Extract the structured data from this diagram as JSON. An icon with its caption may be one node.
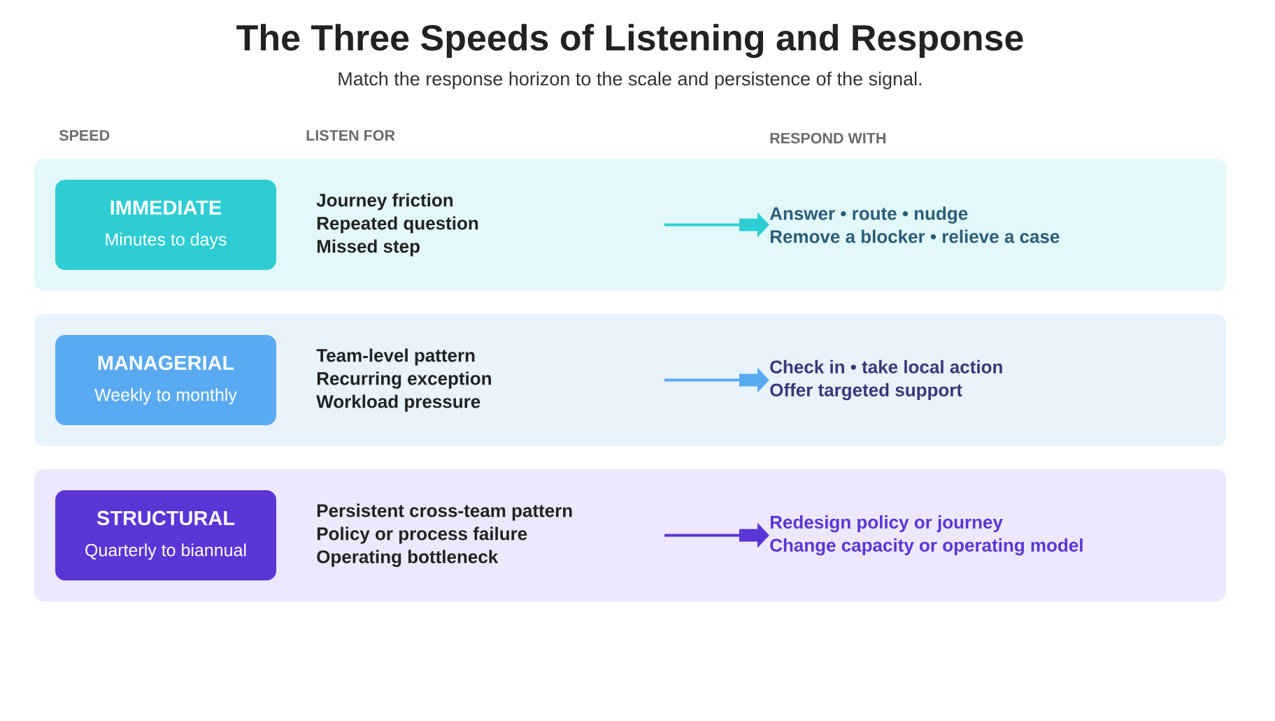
{
  "diagram": {
    "title": "The Three Speeds of Listening and Response",
    "nodes": [
      {
        "text": [],
        "shape": "box"
      },
      {
        "text": [
          "IMMEDIATE",
          "Minutes to days"
        ],
        "in": 0
      },
      {
        "text": [
          "Journey friction",
          "Repeated question",
          "Missed step"
        ],
        "in": 0
      },
      {
        "text": [
          "Answer • route • nudge",
          "Remove a blocker • relieve a case"
        ],
        "in": 0
      },
      {
        "text": [],
        "shape": "box"
      },
      {
        "text": [
          "MANAGERIAL",
          "Weekly to monthly"
        ],
        "in": 4
      },
      {
        "text": [
          "Team-level pattern",
          "Recurring exception",
          "Workload pressure"
        ],
        "in": 4
      },
      {
        "text": [
          "Check in • take local action",
          "Offer targeted support"
        ],
        "in": 4
      },
      {
        "text": [],
        "shape": "box"
      },
      {
        "text": [
          "STRUCTURAL",
          "Quarterly to biannual"
        ],
        "in": 8
      },
      {
        "text": [
          "Persistent cross-team pattern",
          "Policy or process failure",
          "Operating bottleneck"
        ],
        "in": 8
      },
      {
        "text": [
          "Redesign policy or journey",
          "Change capacity or operating model"
        ],
        "in": 8
      }
    ],
    "edges": [
      {
        "from": null,
        "to": 3,
        "arrow": "to",
        "color": "#2ecdd3"
      },
      {
        "from": null,
        "to": 7,
        "arrow": "to",
        "color": "#5aaaf2"
      },
      {
        "from": null,
        "to": 11,
        "arrow": "to",
        "color": "#5b35d6"
      }
    ],
    "labels": [
      "Match the response horizon to the scale and persistence of the signal.",
      "SPEED",
      "LISTEN FOR",
      "RESPOND WITH"
    ]
  }
}
